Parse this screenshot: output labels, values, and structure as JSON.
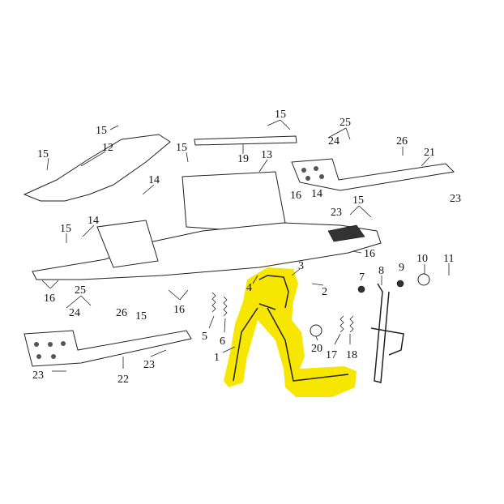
{
  "diagram": {
    "highlight_color": "#f7e600",
    "callouts": [
      {
        "id": "c1",
        "text": "15"
      },
      {
        "id": "c2",
        "text": "12"
      },
      {
        "id": "c3",
        "text": "15"
      },
      {
        "id": "c4",
        "text": "15"
      },
      {
        "id": "c5",
        "text": "14"
      },
      {
        "id": "c6",
        "text": "14"
      },
      {
        "id": "c7",
        "text": "15"
      },
      {
        "id": "c8",
        "text": "16"
      },
      {
        "id": "c9",
        "text": "25"
      },
      {
        "id": "c10",
        "text": "24"
      },
      {
        "id": "c11",
        "text": "26"
      },
      {
        "id": "c12",
        "text": "15"
      },
      {
        "id": "c13",
        "text": "16"
      },
      {
        "id": "c14",
        "text": "23"
      },
      {
        "id": "c15",
        "text": "22"
      },
      {
        "id": "c16",
        "text": "23"
      },
      {
        "id": "c17",
        "text": "15"
      },
      {
        "id": "c18",
        "text": "19"
      },
      {
        "id": "c19",
        "text": "13"
      },
      {
        "id": "c20",
        "text": "25"
      },
      {
        "id": "c21",
        "text": "24"
      },
      {
        "id": "c22",
        "text": "26"
      },
      {
        "id": "c23",
        "text": "21"
      },
      {
        "id": "c24",
        "text": "23"
      },
      {
        "id": "c25",
        "text": "16"
      },
      {
        "id": "c26",
        "text": "14"
      },
      {
        "id": "c27",
        "text": "23"
      },
      {
        "id": "c28",
        "text": "15"
      },
      {
        "id": "c29",
        "text": "16"
      },
      {
        "id": "c30",
        "text": "3"
      },
      {
        "id": "c31",
        "text": "2"
      },
      {
        "id": "c32",
        "text": "4"
      },
      {
        "id": "c33",
        "text": "7"
      },
      {
        "id": "c34",
        "text": "8"
      },
      {
        "id": "c35",
        "text": "9"
      },
      {
        "id": "c36",
        "text": "10"
      },
      {
        "id": "c37",
        "text": "11"
      },
      {
        "id": "c38",
        "text": "5"
      },
      {
        "id": "c39",
        "text": "6"
      },
      {
        "id": "c40",
        "text": "1"
      },
      {
        "id": "c41",
        "text": "20"
      },
      {
        "id": "c42",
        "text": "17"
      },
      {
        "id": "c43",
        "text": "18"
      }
    ]
  }
}
